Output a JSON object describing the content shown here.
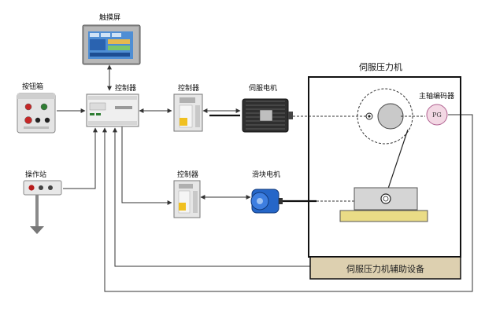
{
  "labels": {
    "touchscreen": "触摸屏",
    "button_box": "按钮箱",
    "controller_main": "控制器",
    "controller_top": "控制器",
    "controller_bottom": "控制器",
    "servo_motor": "伺服电机",
    "slider_motor": "滑块电机",
    "operator_station": "操作站",
    "press_title": "伺服压力机",
    "spindle_encoder": "主轴编码器",
    "encoder_code": "PG",
    "aux_equipment": "伺服压力机辅助设备"
  },
  "colors": {
    "frame": "#111111",
    "aux_fill": "#ddd0b0",
    "bed_fill": "#eadc86",
    "encoder_fill": "#f3d8e4",
    "encoder_stroke": "#b06090",
    "slider_fill": "#d5d5d5",
    "crank_fill": "#c9c9c9",
    "screen_blue": "#4f8ed4",
    "motor_blue": "#2566c8"
  },
  "icons": {
    "touchscreen": "hmi-touchscreen-icon",
    "button_box": "button-box-icon",
    "controller": "plc-controller-icon",
    "servo_drive": "servo-drive-icon",
    "servo_motor": "servo-motor-icon",
    "slider_motor": "slider-motor-icon",
    "operator_station": "operator-station-icon",
    "encoder": "encoder-icon"
  }
}
